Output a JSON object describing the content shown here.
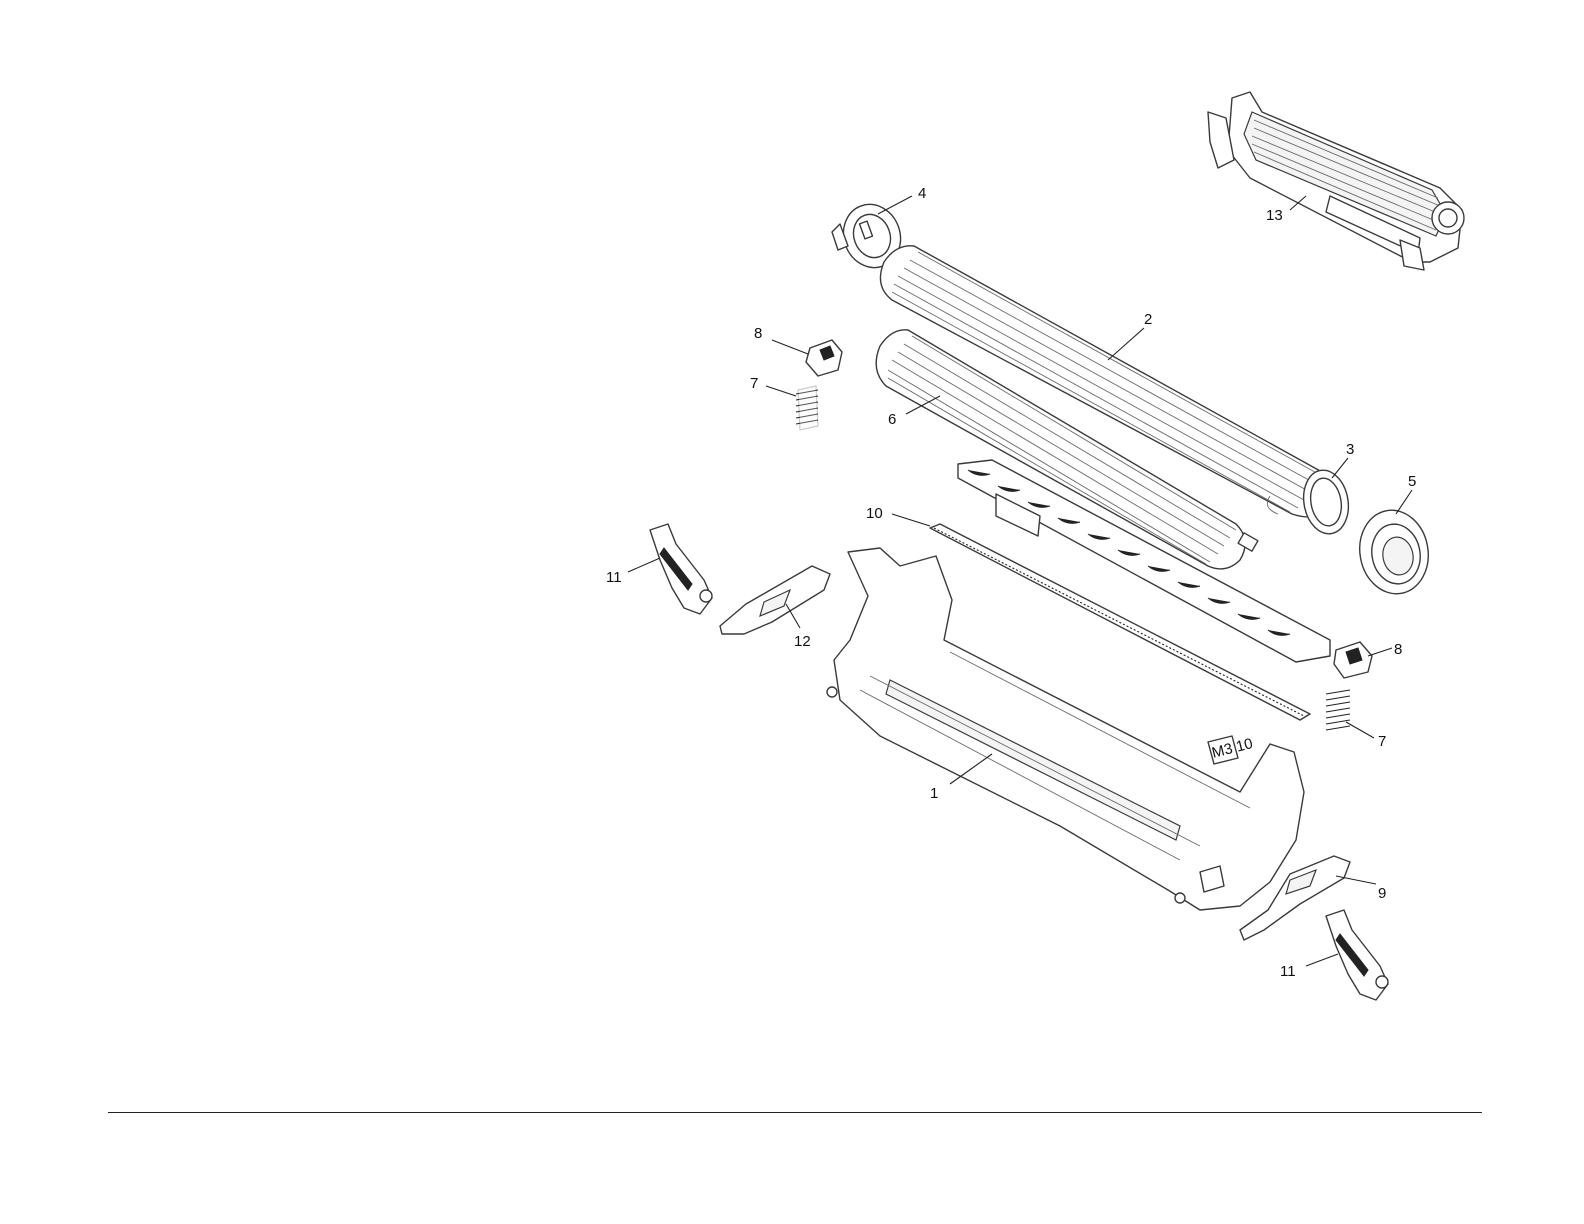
{
  "diagram": {
    "callouts": [
      {
        "id": "c1",
        "label": "1"
      },
      {
        "id": "c2",
        "label": "2"
      },
      {
        "id": "c3",
        "label": "3"
      },
      {
        "id": "c4",
        "label": "4"
      },
      {
        "id": "c5",
        "label": "5"
      },
      {
        "id": "c6",
        "label": "6"
      },
      {
        "id": "c7a",
        "label": "7"
      },
      {
        "id": "c7b",
        "label": "7"
      },
      {
        "id": "c8a",
        "label": "8"
      },
      {
        "id": "c8b",
        "label": "8"
      },
      {
        "id": "c9",
        "label": "9"
      },
      {
        "id": "c10",
        "label": "10"
      },
      {
        "id": "c11a",
        "label": "11"
      },
      {
        "id": "c11b",
        "label": "11"
      },
      {
        "id": "c12",
        "label": "12"
      },
      {
        "id": "c13",
        "label": "13"
      }
    ],
    "frame_stamp": "M3 10"
  }
}
